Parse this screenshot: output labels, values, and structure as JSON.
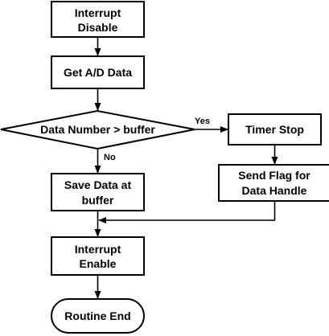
{
  "nodes": {
    "interrupt_disable": {
      "line1": "Interrupt",
      "line2": "Disable"
    },
    "get_ad_data": {
      "label": "Get A/D Data"
    },
    "decision": {
      "label": "Data Number > buffer"
    },
    "timer_stop": {
      "label": "Timer Stop"
    },
    "send_flag": {
      "line1": "Send Flag for",
      "line2": "Data Handle"
    },
    "save_data": {
      "line1": "Save Data at",
      "line2": "buffer"
    },
    "interrupt_enable": {
      "line1": "Interrupt",
      "line2": "Enable"
    },
    "routine_end": {
      "label": "Routine End"
    }
  },
  "edges": {
    "yes_label": "Yes",
    "no_label": "No"
  }
}
